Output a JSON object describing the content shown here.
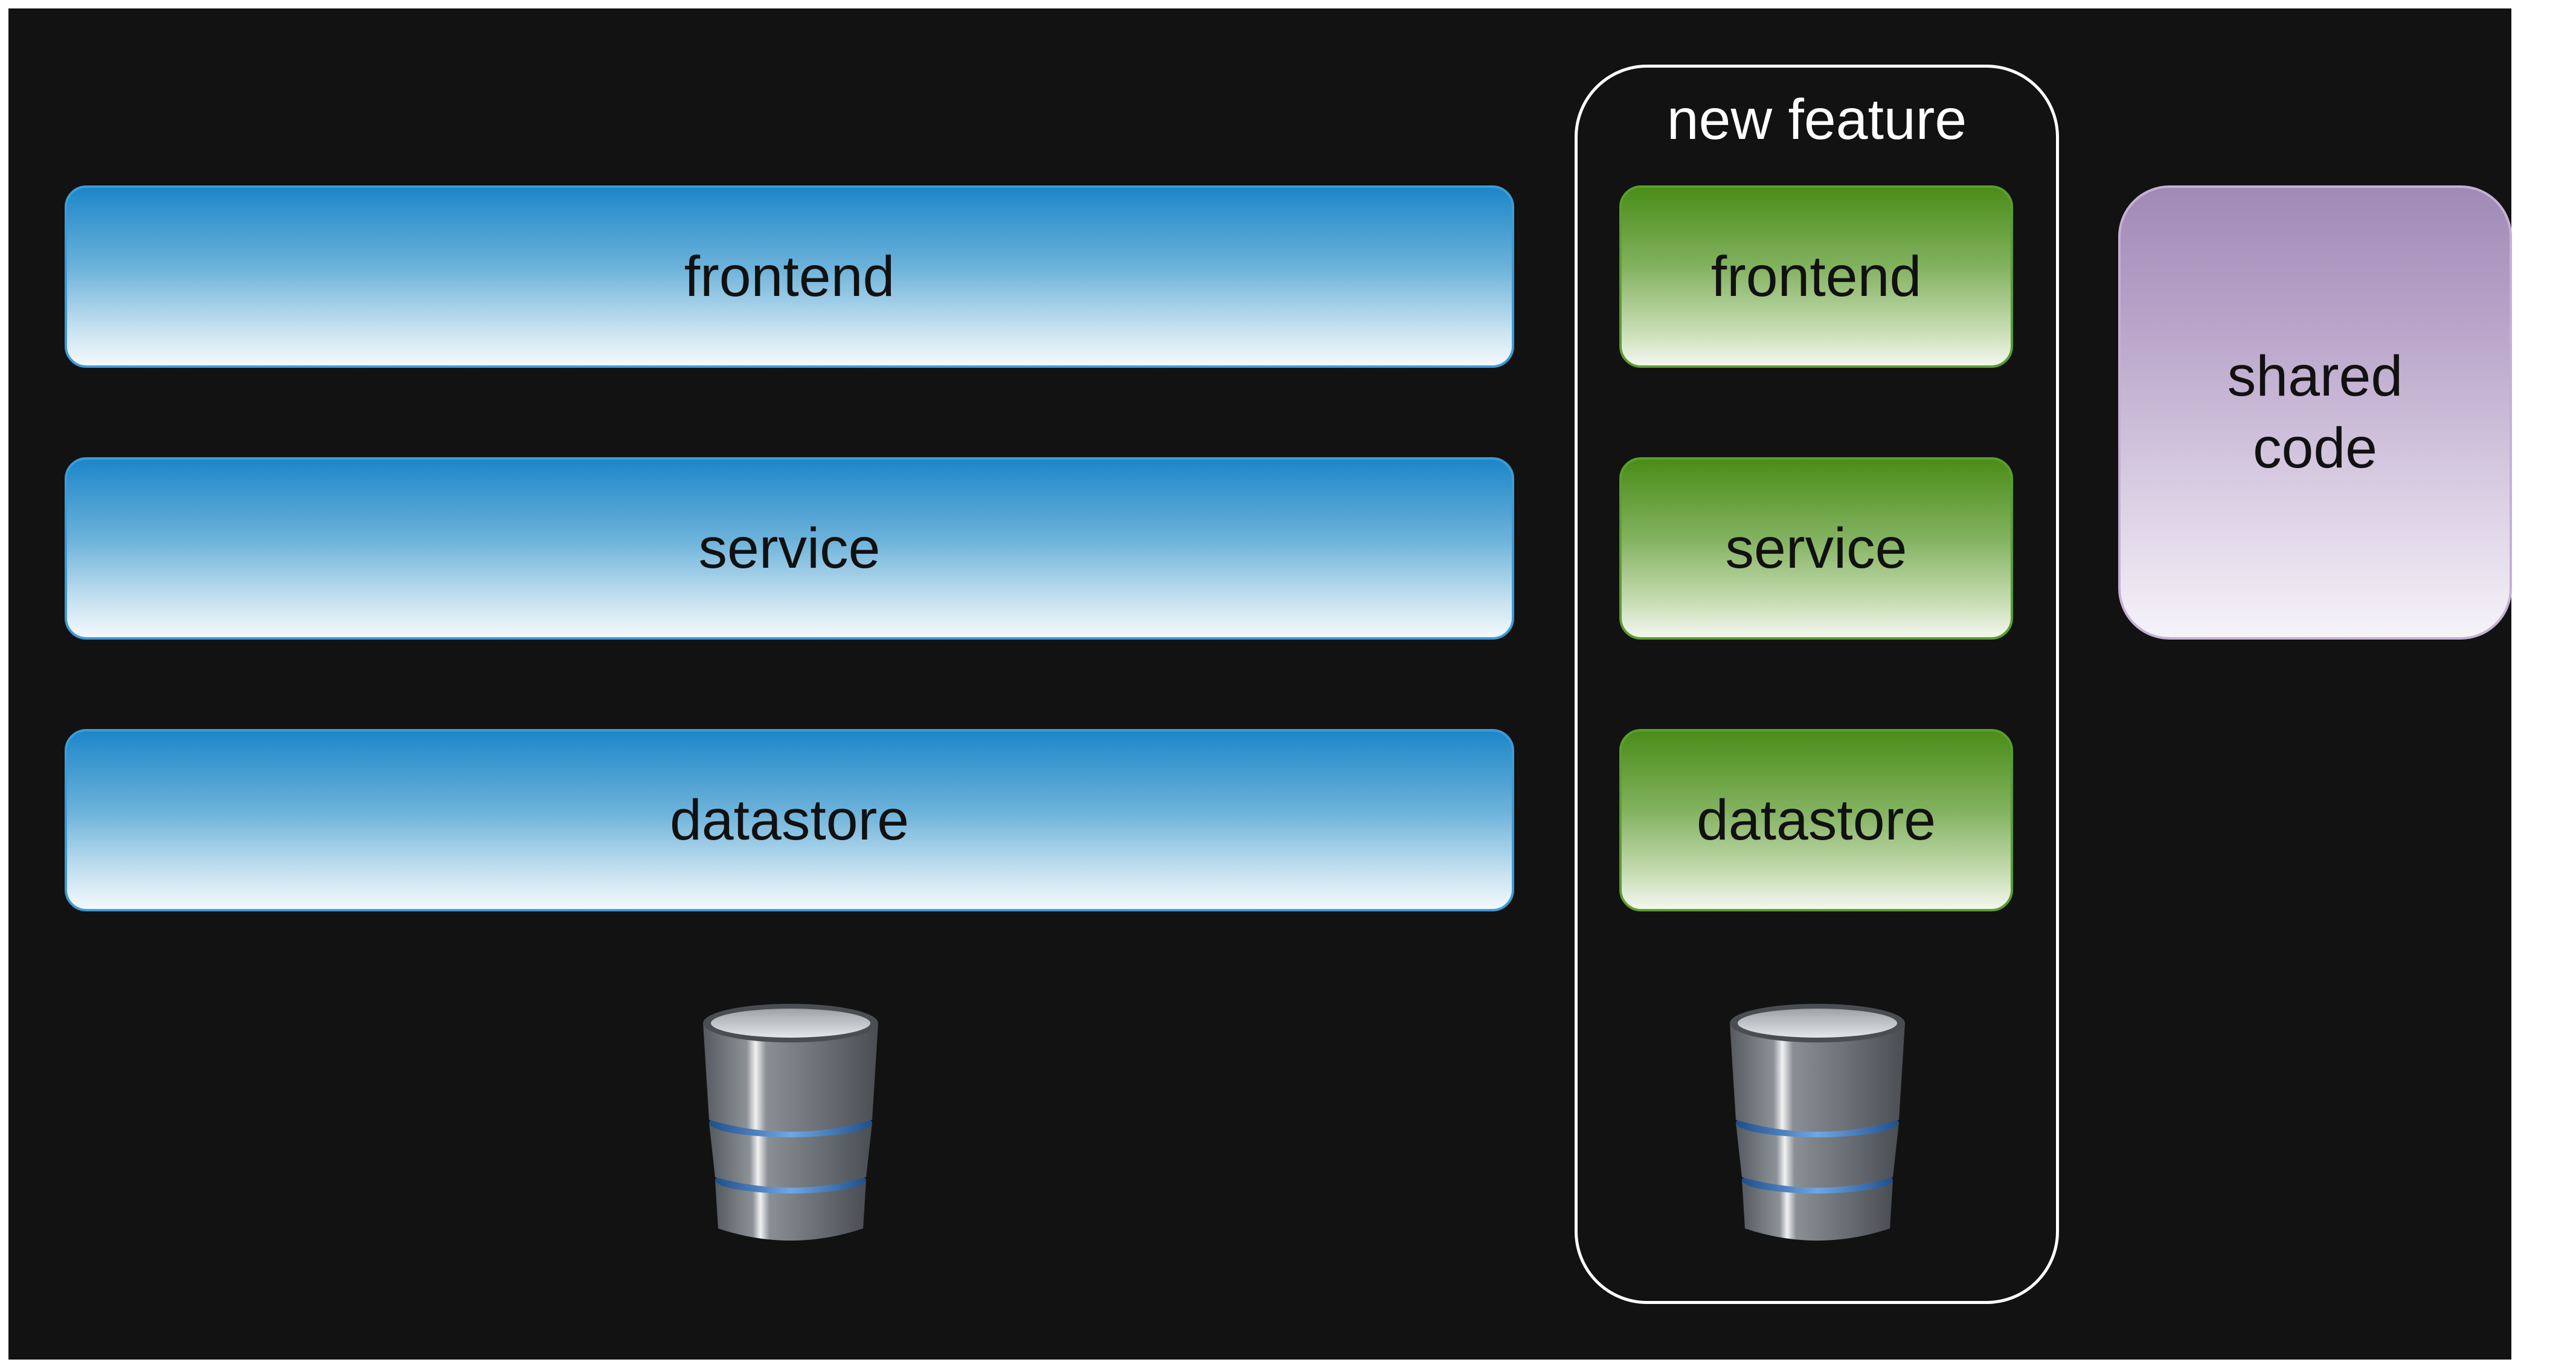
{
  "main_stack": {
    "frontend": "frontend",
    "service": "service",
    "datastore": "datastore",
    "database_icon": "database-icon"
  },
  "new_feature": {
    "title": "new feature",
    "frontend": "frontend",
    "service": "service",
    "datastore": "datastore",
    "database_icon": "database-icon"
  },
  "shared_code": {
    "line1": "shared",
    "line2": "code"
  },
  "colors": {
    "background": "#121212",
    "main_stack_blue": "#1d87c9",
    "feature_green": "#4a8d1a",
    "shared_purple": "#a08ab6",
    "feature_outline": "#ffffff"
  }
}
